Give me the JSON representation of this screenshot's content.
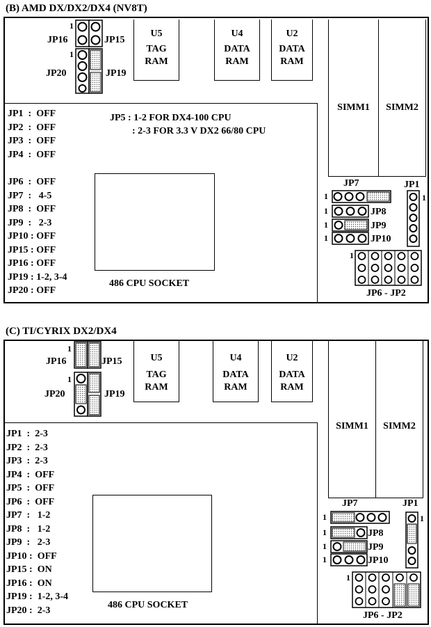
{
  "sectionB": {
    "title": "(B) AMD DX/DX2/DX4 (NV8T)",
    "chips": {
      "u5": [
        "U5",
        "TAG",
        "RAM"
      ],
      "u4": [
        "U4",
        "DATA",
        "RAM"
      ],
      "u2": [
        "U2",
        "DATA",
        "RAM"
      ]
    },
    "simm1": "SIMM1",
    "simm2": "SIMM2",
    "jp16": "JP16",
    "jp15": "JP15",
    "jp20": "JP20",
    "jp19": "JP19",
    "pin1": "1",
    "jp5_note_1": "JP5  :  1-2  FOR DX4-100 CPU",
    "jp5_note_2": ":  2-3  FOR  3.3 V DX2 66/80 CPU",
    "settings_top": "JP1  :  OFF\nJP2  :  OFF\nJP3  :  OFF\nJP4  :  OFF",
    "settings_bottom": "JP6  :  OFF\nJP7  :   4-5\nJP8  :  OFF\nJP9  :   2-3\nJP10 : OFF\nJP15 : OFF\nJP16 : OFF\nJP19 : 1-2, 3-4\nJP20 : OFF",
    "socket": "486 CPU SOCKET",
    "jp7": "JP7",
    "jp1": "JP1",
    "jp8": "JP8",
    "jp9": "JP9",
    "jp10": "JP10",
    "jp6jp2": "JP6 - JP2"
  },
  "sectionC": {
    "title": "(C) TI/CYRIX DX2/DX4",
    "chips": {
      "u5": [
        "U5",
        "TAG",
        "RAM"
      ],
      "u4": [
        "U4",
        "DATA",
        "RAM"
      ],
      "u2": [
        "U2",
        "DATA",
        "RAM"
      ]
    },
    "simm1": "SIMM1",
    "simm2": "SIMM2",
    "jp16": "JP16",
    "jp15": "JP15",
    "jp20": "JP20",
    "jp19": "JP19",
    "pin1": "1",
    "settings": "JP1  :  2-3\nJP2  :  2-3\nJP3  :  2-3\nJP4  :  OFF\nJP5  :  OFF\nJP6  :  OFF\nJP7  :   1-2\nJP8  :   1-2\nJP9  :   2-3\nJP10 :  OFF\nJP15 :  ON\nJP16 :  ON\nJP19 :  1-2, 3-4\nJP20 :  2-3",
    "socket": "486 CPU SOCKET",
    "jp7": "JP7",
    "jp1": "JP1",
    "jp8": "JP8",
    "jp9": "JP9",
    "jp10": "JP10",
    "jp6jp2": "JP6 - JP2"
  }
}
